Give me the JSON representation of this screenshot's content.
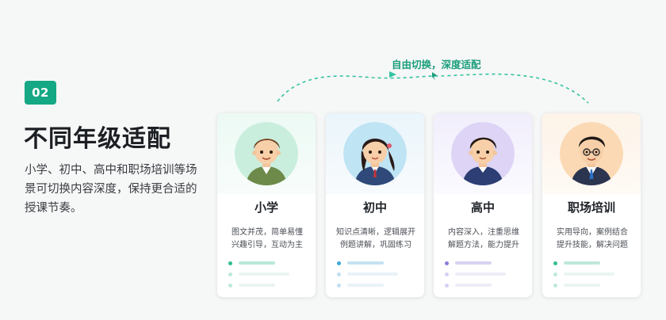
{
  "section": {
    "badge": "02",
    "title": "不同年级适配",
    "description": "小学、初中、高中和职场培训等场景可切换内容深度，保持更合适的授课节奏。"
  },
  "switch_label": "自由切换，深度适配",
  "colors": {
    "accent": "#14a884",
    "primary_school": "#2fbd92",
    "middle_school": "#3aaad6",
    "high_school": "#8d7bd8",
    "workplace": "#f0a45a"
  },
  "cards": [
    {
      "name": "小学",
      "desc": "图文并茂，简单易懂\n兴趣引导，互动为主"
    },
    {
      "name": "初中",
      "desc": "知识点清晰，逻辑展开\n例题讲解，巩固练习"
    },
    {
      "name": "高中",
      "desc": "内容深入，注重思维\n解题方法，能力提升"
    },
    {
      "name": "职场培训",
      "desc": "实用导向，案例结合\n提升技能，解决问题"
    }
  ]
}
